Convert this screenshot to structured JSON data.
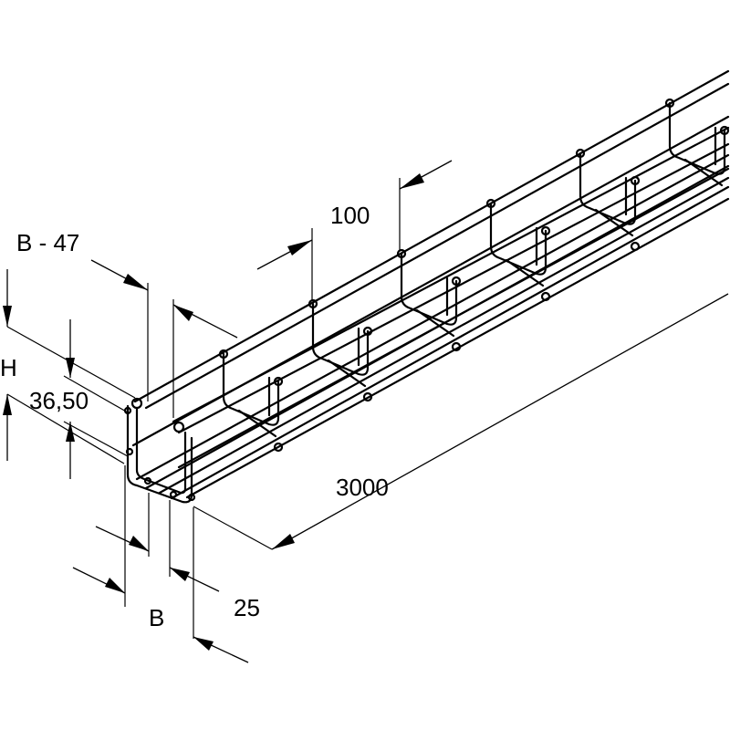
{
  "dimensions": {
    "width_inner": "B - 47",
    "height": "H",
    "side_height": "36,50",
    "mesh_pitch": "100",
    "length": "3000",
    "width": "B",
    "wire_gap": "25"
  },
  "colors": {
    "line": "#000000",
    "background": "#ffffff"
  }
}
